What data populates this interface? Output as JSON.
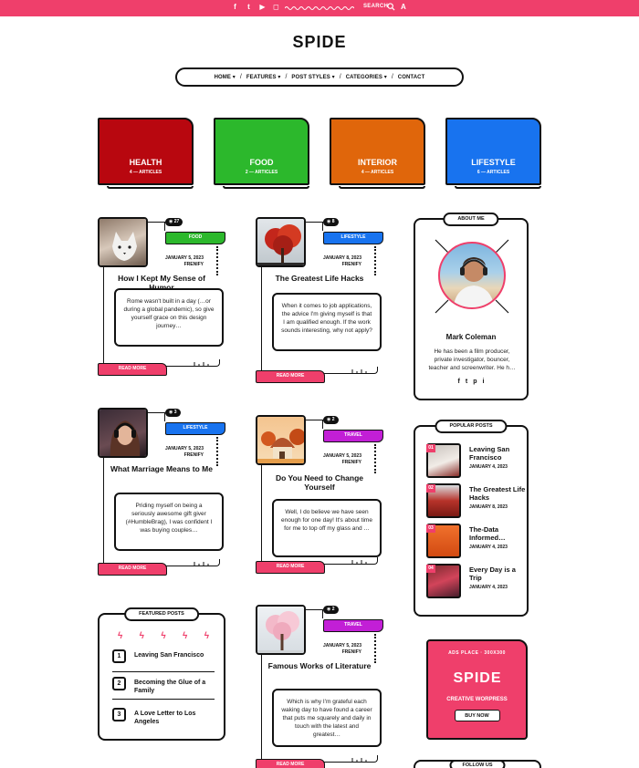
{
  "topbar": {
    "social_icons": [
      "facebook-icon",
      "twitter-icon",
      "youtube-icon",
      "instagram-icon"
    ],
    "search_label": "SEARCH",
    "text_size_label": "A"
  },
  "brand": {
    "name": "SPIDE",
    "accent": "#ef3f6b"
  },
  "nav": {
    "items": [
      {
        "label": "HOME",
        "dropdown": true
      },
      {
        "label": "FEATURES",
        "dropdown": true
      },
      {
        "label": "POST STYLES",
        "dropdown": true
      },
      {
        "label": "CATEGORIES",
        "dropdown": true
      },
      {
        "label": "CONTACT",
        "dropdown": false
      }
    ]
  },
  "categories": [
    {
      "name": "HEALTH",
      "count": "4 — ARTICLES",
      "color": "#b8070f"
    },
    {
      "name": "FOOD",
      "count": "2 — ARTICLES",
      "color": "#2cb82c"
    },
    {
      "name": "INTERIOR",
      "count": "4 — ARTICLES",
      "color": "#e0660b"
    },
    {
      "name": "LIFESTYLE",
      "count": "6 — ARTICLES",
      "color": "#1873ef"
    }
  ],
  "posts": [
    {
      "views": "27",
      "category": "FOOD",
      "cat_color": "#2cb82c",
      "date": "JANUARY 5, 2023",
      "author": "FRENIFY",
      "title": "How I Kept My Sense of Humor",
      "excerpt": "Rome wasn't built in a day (…or during a global pandemic), so give yourself grace on this design journey…",
      "read_more": "READ MORE"
    },
    {
      "views": "8",
      "category": "LIFESTYLE",
      "cat_color": "#1873ef",
      "date": "JANUARY 8, 2023",
      "author": "FRENIFY",
      "title": "The Greatest Life Hacks",
      "excerpt": "When it comes to job applications, the advice I'm giving myself is that I am qualified enough. If the work sounds interesting, why not apply?",
      "read_more": "READ MORE"
    },
    {
      "views": "3",
      "category": "LIFESTYLE",
      "cat_color": "#1873ef",
      "date": "JANUARY 5, 2023",
      "author": "FRENIFY",
      "title": "What Marriage Means to Me",
      "excerpt": "Priding myself on being a seriously awesome gift giver (#HumbleBrag), I was confident I was buying couples…",
      "read_more": "READ MORE"
    },
    {
      "views": "2",
      "category": "TRAVEL",
      "cat_color": "#c21fd6",
      "date": "JANUARY 5, 2023",
      "author": "FRENIFY",
      "title": "Do You Need to Change Yourself",
      "excerpt": "Well, I do believe we have seen enough for one day! It's about time for me to top off my glass and …",
      "read_more": "READ MORE"
    },
    {
      "views": "2",
      "category": "TRAVEL",
      "cat_color": "#c21fd6",
      "date": "JANUARY 5, 2023",
      "author": "FRENIFY",
      "title": "Famous Works of Literature",
      "excerpt": "Which is why I'm grateful each waking day to have found a career that puts me squarely and daily in touch with the latest and greatest…",
      "read_more": "READ MORE"
    }
  ],
  "about": {
    "title": "ABOUT ME",
    "name": "Mark Coleman",
    "bio": "He has been a film producer, private investigator, bouncer, teacher and screenwriter. He h…",
    "social": [
      "f",
      "t",
      "p",
      "i"
    ]
  },
  "popular": {
    "title": "POPULAR POSTS",
    "items": [
      {
        "num": "01",
        "title": "Leaving San Francisco",
        "date": "JANUARY 4, 2023"
      },
      {
        "num": "02",
        "title": "The Greatest Life Hacks",
        "date": "JANUARY 8, 2023"
      },
      {
        "num": "03",
        "title": "The-Data Informed…",
        "date": "JANUARY 4, 2023"
      },
      {
        "num": "04",
        "title": "Every Day is a Trip",
        "date": "JANUARY 4, 2023"
      }
    ]
  },
  "featured": {
    "title": "FEATURED POSTS",
    "items": [
      {
        "num": "1",
        "title": "Leaving San Francisco"
      },
      {
        "num": "2",
        "title": "Becoming the Glue of a Family"
      },
      {
        "num": "3",
        "title": "A Love Letter to Los Angeles"
      }
    ]
  },
  "ad": {
    "place": "ADS PLACE · 300X300",
    "brand": "SPIDE",
    "line1": "CREATIVE WORPRESS",
    "button": "BUY NOW"
  },
  "follow": {
    "title": "FOLLOW US"
  }
}
